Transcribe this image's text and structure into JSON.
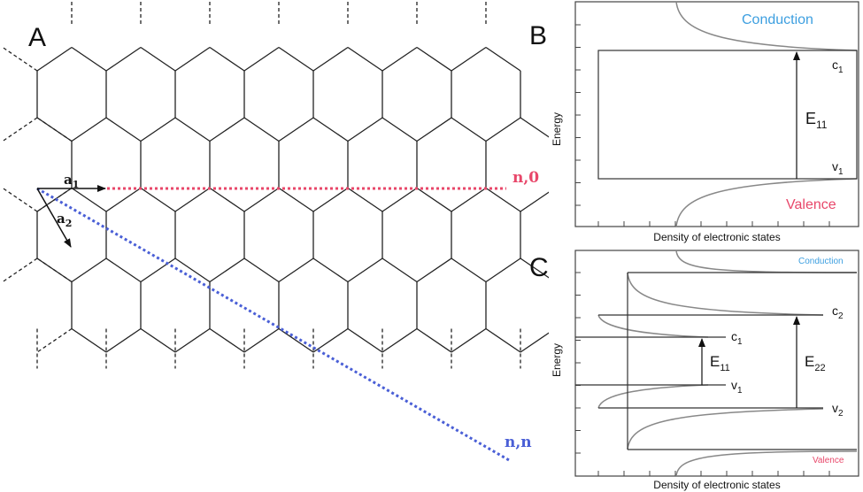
{
  "panel_a": {
    "label": "A",
    "vec_a": "a",
    "vec_a1_sub": "1",
    "vec_a2_sub": "2",
    "dir_zigzag": "n,0",
    "dir_armchair": "n,n",
    "colors": {
      "zigzag": "#e8476a",
      "armchair": "#4a5fd6",
      "lattice": "#222222"
    }
  },
  "panel_b": {
    "label": "B",
    "conduction": "Conduction",
    "valence": "Valence",
    "c1_main": "c",
    "c1_sub": "1",
    "v1_main": "v",
    "v1_sub": "1",
    "e11_main": "E",
    "e11_sub": "11",
    "ylabel": "Energy",
    "xlabel": "Density of electronic states",
    "colors": {
      "conduction": "#3d9fe0",
      "valence": "#e8476a"
    }
  },
  "panel_c": {
    "label": "C",
    "conduction": "Conduction",
    "valence": "Valence",
    "c1_main": "c",
    "c1_sub": "1",
    "c2_main": "c",
    "c2_sub": "2",
    "v1_main": "v",
    "v1_sub": "1",
    "v2_main": "v",
    "v2_sub": "2",
    "e11_main": "E",
    "e11_sub": "11",
    "e22_main": "E",
    "e22_sub": "22",
    "ylabel": "Energy",
    "xlabel": "Density of electronic states",
    "colors": {
      "conduction": "#3d9fe0",
      "valence": "#e8476a"
    }
  }
}
